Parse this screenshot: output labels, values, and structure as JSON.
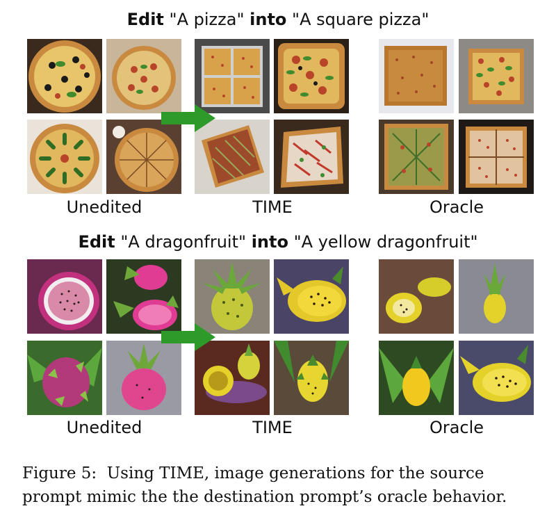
{
  "panels": [
    {
      "edit_word": "Edit",
      "source_prompt": "\"A pizza\"",
      "into_word": "into",
      "target_prompt": "\"A square pizza\"",
      "group_labels": [
        "Unedited",
        "TIME",
        "Oracle"
      ]
    },
    {
      "edit_word": "Edit",
      "source_prompt": "\"A dragonfruit\"",
      "into_word": "into",
      "target_prompt": "\"A yellow dragonfruit\"",
      "group_labels": [
        "Unedited",
        "TIME",
        "Oracle"
      ]
    }
  ],
  "caption": {
    "line1": "Figure 5:  Using TIME, image generations for the source",
    "line2": "prompt mimic the the destination prompt’s oracle behavior."
  },
  "colors": {
    "arrow": "#2e9a2a",
    "pizza_crust": "#c9893f",
    "pizza_sauce": "#b8452a",
    "cheese": "#e8c46a",
    "dragonfruit_pink": "#d23a8c",
    "dragonfruit_yellow": "#e4d22a",
    "leaf_green": "#3f8b2e"
  }
}
